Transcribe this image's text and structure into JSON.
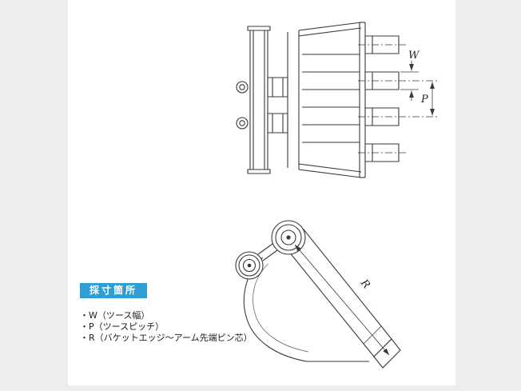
{
  "page": {
    "background_color": "#ededed",
    "panel_color": "#ffffff"
  },
  "callout": {
    "label": "採寸箇所",
    "background_color": "#2f9ed4",
    "text_color": "#ffffff"
  },
  "dimension_labels": {
    "w": "W",
    "p": "P",
    "r": "R"
  },
  "legend": {
    "items": [
      "・W（ツース幅）",
      "・P（ツースピッチ）",
      "・R（バケットエッジ～アーム先端ピン芯）"
    ]
  }
}
